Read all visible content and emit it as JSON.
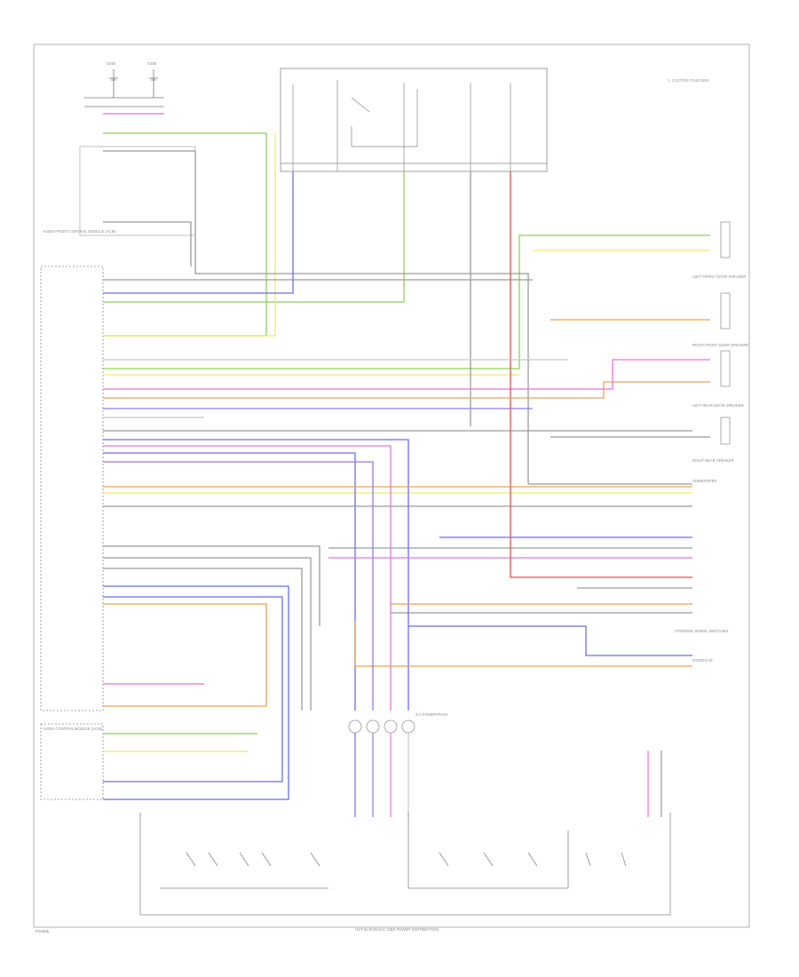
{
  "diagram": {
    "footer_left": "F2AS01",
    "bottom_bus_label": "HOT IN RUN/ACC (SEE POWER DISTRIBUTION)",
    "top_right_note": "1. CAUTION: FUSE BOX",
    "module_left_title": "AUDIO FRONT CONTROL MODULE (ACM)",
    "module_left_bottom_title": "AUDIO CONTROL MODULE (ACM)",
    "splice_label": "S-1 POWERTRAIN",
    "ground_labels": [
      "G200",
      "G300"
    ],
    "right_components": [
      "LEFT FRONT DOOR SPEAKER",
      "RIGHT FRONT DOOR SPEAKER",
      "LEFT REAR DOOR SPEAKER",
      "RIGHT REAR SPEAKER",
      "SUBWOOFER",
      "STEERING WHEEL SWITCHES",
      "STEREO IN"
    ],
    "color_names": [
      "green",
      "yellow",
      "gray",
      "blue",
      "pink",
      "red",
      "orange",
      "magenta",
      "violet"
    ]
  }
}
